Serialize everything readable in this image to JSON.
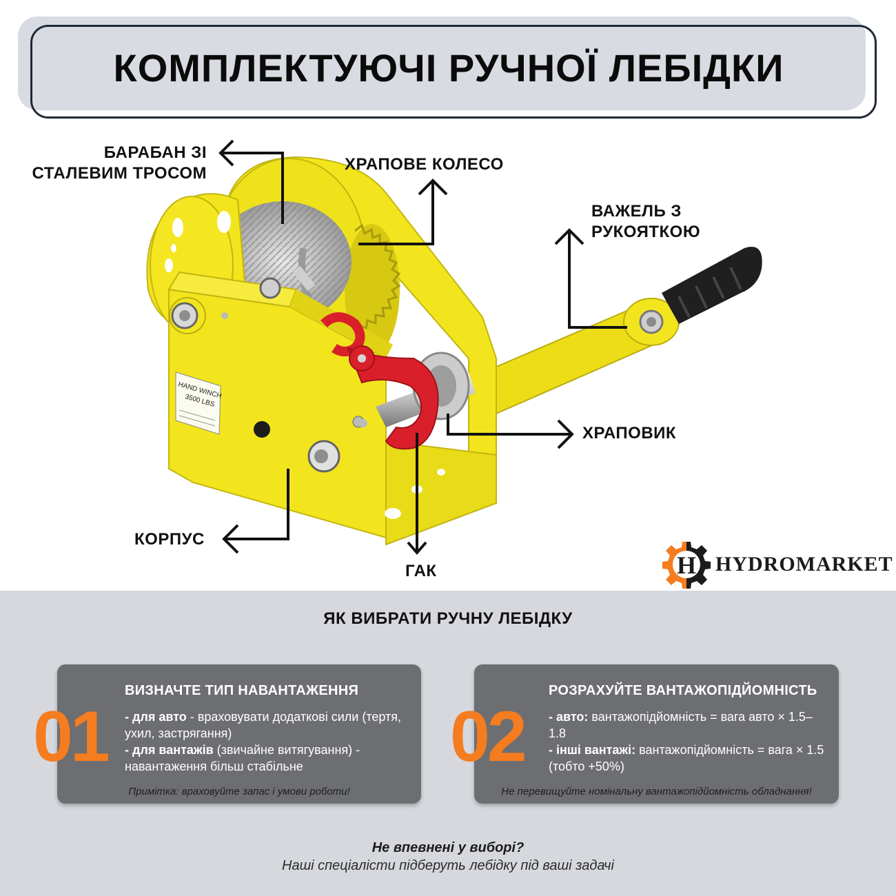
{
  "title": "КОМПЛЕКТУЮЧІ РУЧНОЇ ЛЕБІДКИ",
  "callouts": {
    "drum_line1": "БАРАБАН ЗІ",
    "drum_line2": "СТАЛЕВИМ ТРОСОМ",
    "ratchet_wheel": "ХРАПОВЕ КОЛЕСО",
    "lever_line1": "ВАЖЕЛЬ З",
    "lever_line2": "РУКОЯТКОЮ",
    "pawl": "ХРАПОВИК",
    "body": "КОРПУС",
    "hook": "ГАК"
  },
  "plate": {
    "line1": "HAND WINCH",
    "line2": "3500 LBS"
  },
  "brand": {
    "name": "HYDROMARKET",
    "logo_letter": "H"
  },
  "info": {
    "heading": "ЯК ВИБРАТИ РУЧНУ ЛЕБІДКУ",
    "cards": [
      {
        "number": "01",
        "title": "ВИЗНАЧТЕ ТИП НАВАНТАЖЕННЯ",
        "item1_label": "- для авто",
        "item1_text": " - враховувати додаткові сили (тертя, ухил, застрягання)",
        "item2_label": "- для вантажів",
        "item2_text": " (звичайне витягування) - навантаження більш стабільне",
        "note": "Примітка: враховуйте запас і умови роботи!"
      },
      {
        "number": "02",
        "title": "РОЗРАХУЙТЕ ВАНТАЖОПІДЙОМНІСТЬ",
        "item1_label": "- авто:",
        "item1_text": " вантажопідйомність = вага авто × 1.5–1.8",
        "item2_label": "- інші вантажі:",
        "item2_text": " вантажопідйомність = вага × 1.5 (тобто +50%)",
        "note": "Не перевищуйте номінальну вантажопідйомність обладнання!"
      }
    ],
    "cta_question": "Не впевнені у виборі?",
    "cta_answer": "Наші спеціалісти підберуть лебідку під ваші задачі"
  },
  "colors": {
    "winch_yellow": "#f2e51d",
    "hook_red": "#d9202a",
    "accent_orange": "#f57c1f",
    "card_gray": "#6d6e72",
    "section_bg": "#d6d8de"
  }
}
